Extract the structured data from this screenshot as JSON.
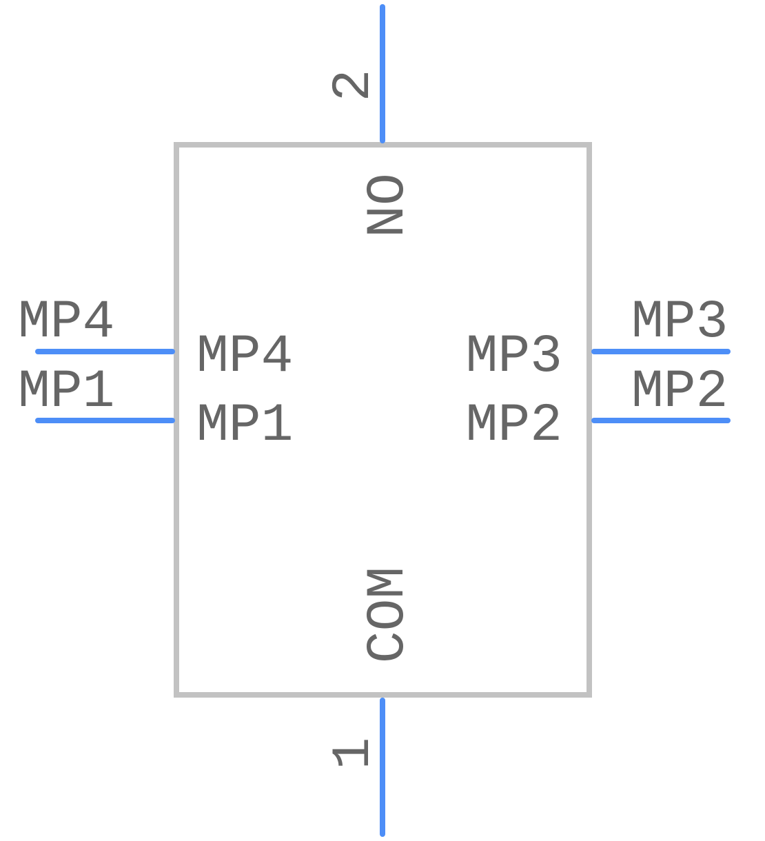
{
  "component": {
    "pins": {
      "pin_no": {
        "number": "2",
        "name": "NO"
      },
      "pin_com": {
        "number": "1",
        "name": "COM"
      },
      "pin_mp4": {
        "number": "MP4",
        "name": "MP4"
      },
      "pin_mp1": {
        "number": "MP1",
        "name": "MP1"
      },
      "pin_mp3": {
        "number": "MP3",
        "name": "MP3"
      },
      "pin_mp2": {
        "number": "MP2",
        "name": "MP2"
      }
    }
  },
  "colors": {
    "pin": "#4d8ef7",
    "body_outline": "#c2c2c2",
    "text": "#666666",
    "background": "#ffffff"
  }
}
